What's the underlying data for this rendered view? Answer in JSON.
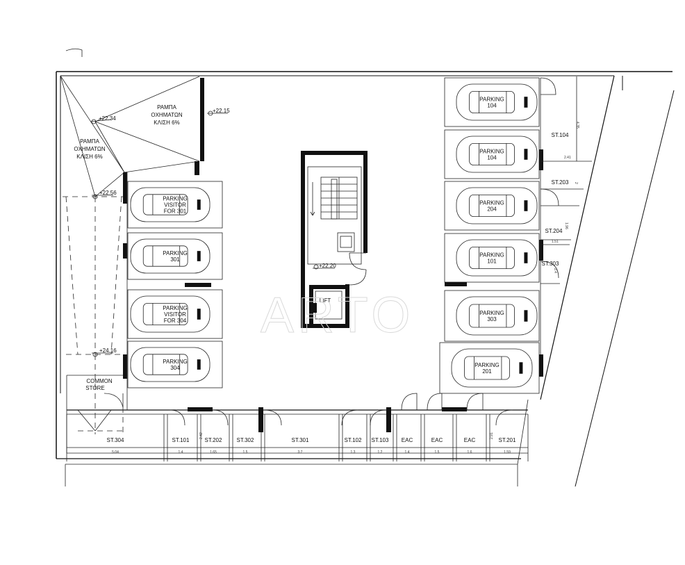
{
  "ramps": {
    "ramp1": [
      "ΡΑΜΠΑ",
      "ΟΧΗΜΑΤΩΝ",
      "ΚΛΙΣΗ 6%"
    ],
    "ramp2": [
      "ΡΑΜΠΑ",
      "ΟΧΗΜΑΤΩΝ",
      "ΚΛΙΣΗ 6%"
    ]
  },
  "levels": {
    "l1": "+22.34",
    "l2": "+22.15",
    "l3": "+22.56",
    "l4": "+22.20",
    "l5": "+24.16"
  },
  "left_parking": [
    [
      "PARKING",
      "VISITOR",
      "FOR 301"
    ],
    [
      "PARKING",
      "301"
    ],
    [
      "PARKING",
      "VISITOR",
      "FOR 304"
    ],
    [
      "PARKING",
      "304"
    ]
  ],
  "right_parking": [
    [
      "PARKING",
      "104"
    ],
    [
      "PARKING",
      "104"
    ],
    [
      "PARKING",
      "204"
    ],
    [
      "PARKING",
      "101"
    ],
    [
      "PARKING",
      "303"
    ],
    [
      "PARKING",
      "201"
    ]
  ],
  "lift_label": "LIFT",
  "common_store": [
    "COMMON",
    "STORE"
  ],
  "right_stores": {
    "st104": "ST.104",
    "st203": "ST.203",
    "st204": "ST.204",
    "st303": "ST.303"
  },
  "right_dims": {
    "d1": "4.35",
    "d2": "2.41",
    "d3": "2",
    "d4": "1.96",
    "d5": "1.51",
    "d6": "2.4"
  },
  "bottom_stores": [
    "ST.304",
    "ST.101",
    "ST.202",
    "ST.302",
    "ST.301",
    "ST.102",
    "ST.103",
    "EAC",
    "EAC",
    "EAC",
    "ST.201"
  ],
  "bottom_dims": [
    "5.04",
    "1.4",
    "1.65",
    "1.5",
    "3.7",
    "1.3",
    "1.2",
    "1.4",
    "1.5",
    "1.6",
    "1.59"
  ],
  "small_dims": {
    "st101_depth": "2.42",
    "st201_depth": "2.91"
  },
  "watermark": "ARTO"
}
